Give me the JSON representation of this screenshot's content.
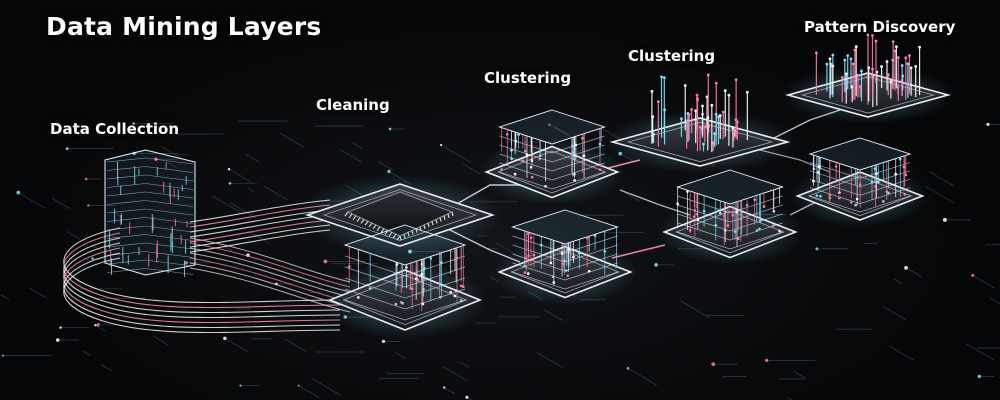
{
  "title": "Data Mining Layers",
  "layers": [
    {
      "label": "Data Collection"
    },
    {
      "label": "Cleaning"
    },
    {
      "label": "Clustering"
    },
    {
      "label": "Clustering"
    },
    {
      "label": "Pattern Discovery"
    }
  ],
  "colors": {
    "background": "#050607",
    "circuit_white": "#e8f4ff",
    "node_cyan": "#7fe3ff",
    "node_pink": "#ff7aa8",
    "cable_pink": "#ff8fb1",
    "cable_white": "#f2f2f2",
    "chip": "#1a1d21"
  },
  "icons": [
    "server-tower-icon",
    "processor-chip-icon",
    "data-cube-icon",
    "circuit-board-icon"
  ]
}
